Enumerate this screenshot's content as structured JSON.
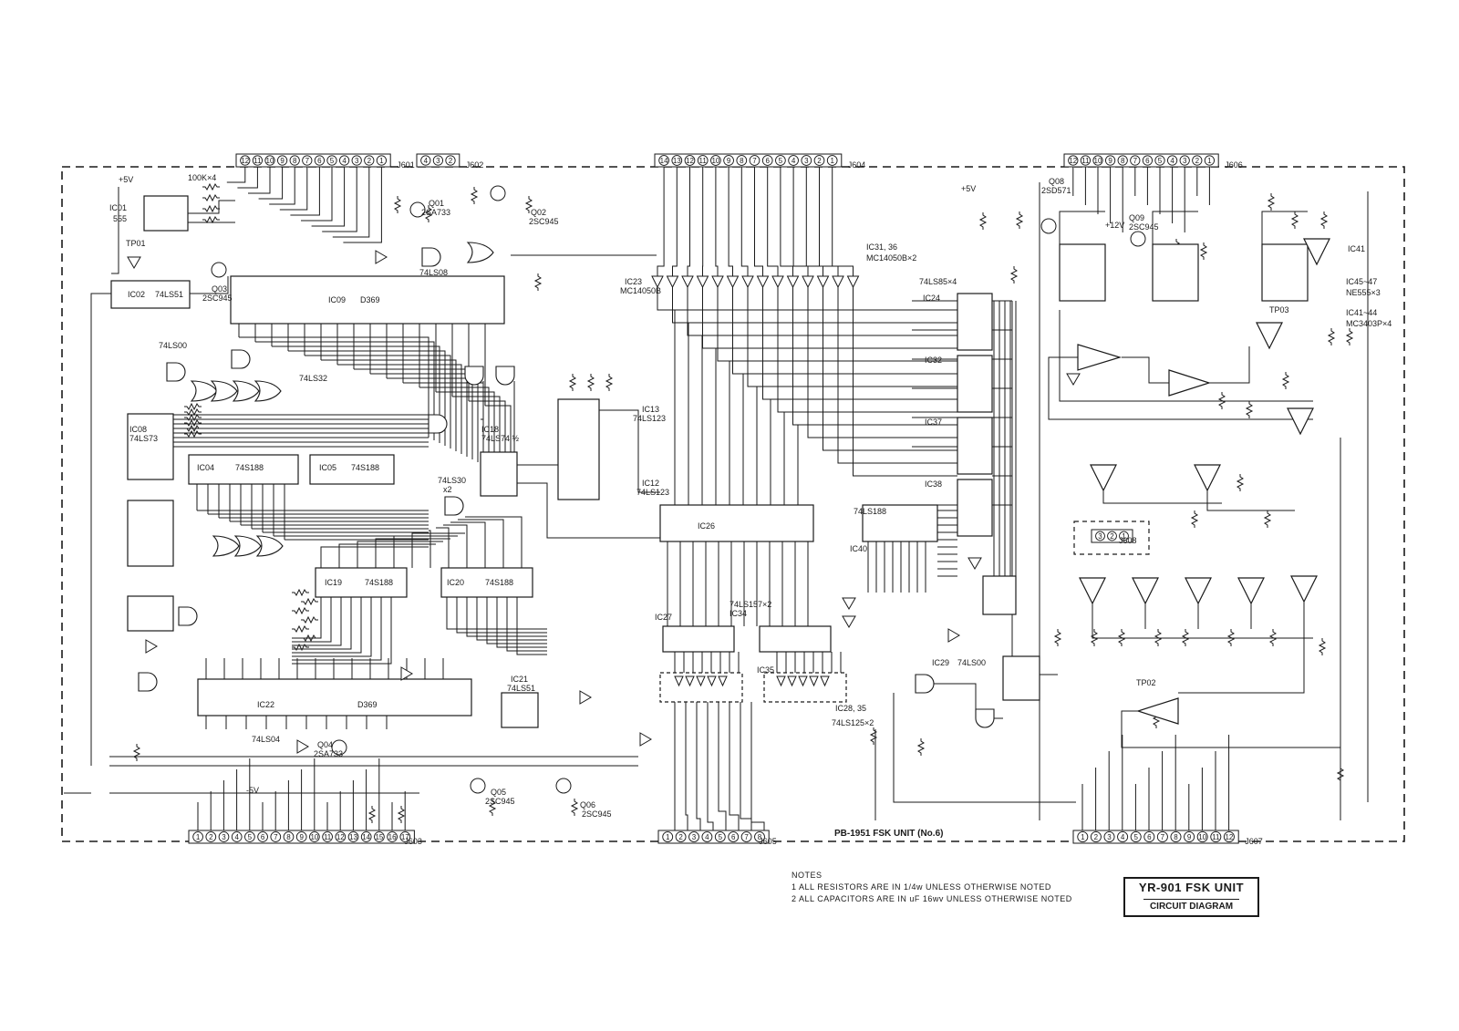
{
  "board": {
    "label": "PB-1951  FSK UNIT (No.6)"
  },
  "title_block": {
    "main": "YR-901 FSK UNIT",
    "sub": "CIRCUIT DIAGRAM"
  },
  "notes": {
    "heading": "NOTES",
    "items": [
      "1 ALL RESISTORS ARE IN 1/4w UNLESS OTHERWISE NOTED",
      "2 ALL CAPACITORS ARE IN uF 16wv UNLESS OTHERWISE NOTED"
    ]
  },
  "side_notes": {
    "ic41": "IC41",
    "ic45_47": "IC45~47",
    "ne555": "NE555×3",
    "ic41_44": "IC41~44",
    "mc3403": "MC3403P×4",
    "ic31_36": "IC31, 36",
    "mc14050": "MC14050B×2",
    "ic13": "IC13",
    "ic13_type": "74LS123",
    "ic12": "IC12",
    "ic12_type": "74LS123",
    "ic34": "74LS157×2",
    "ic34_name": "IC34",
    "ic28_35": "IC28, 35",
    "ic28_type": "74LS125×2"
  },
  "connectors": [
    {
      "name": "J601",
      "pins": [
        "12",
        "11",
        "10",
        "9",
        "8",
        "7",
        "6",
        "5",
        "4",
        "3",
        "2",
        "1"
      ]
    },
    {
      "name": "J602",
      "pins": [
        "4",
        "3",
        "2"
      ]
    },
    {
      "name": "J603",
      "pins": [
        "1",
        "2",
        "3",
        "4",
        "5",
        "6",
        "7",
        "8",
        "9",
        "10",
        "11",
        "12",
        "13",
        "14",
        "15",
        "16",
        "17"
      ]
    },
    {
      "name": "J604",
      "pins": [
        "14",
        "13",
        "12",
        "11",
        "10",
        "9",
        "8",
        "7",
        "6",
        "5",
        "4",
        "3",
        "2",
        "1"
      ]
    },
    {
      "name": "J605",
      "pins": [
        "1",
        "2",
        "3",
        "4",
        "5",
        "6",
        "7",
        "8"
      ]
    },
    {
      "name": "J606",
      "pins": [
        "12",
        "11",
        "10",
        "9",
        "8",
        "7",
        "6",
        "5",
        "4",
        "3",
        "2",
        "1"
      ]
    },
    {
      "name": "J607",
      "pins": [
        "1",
        "2",
        "3",
        "4",
        "5",
        "6",
        "7",
        "8",
        "9",
        "10",
        "11",
        "12"
      ]
    },
    {
      "name": "J608",
      "pins": [
        "3",
        "2",
        "1"
      ]
    }
  ],
  "ics": [
    {
      "ref": "IC01",
      "part": "555"
    },
    {
      "ref": "IC02",
      "part": "74LS51"
    },
    {
      "ref": "IC09",
      "part": "D369"
    },
    {
      "ref": "IC04",
      "part": "74S188"
    },
    {
      "ref": "IC05",
      "part": "74S188"
    },
    {
      "ref": "IC08",
      "part": "74LS73"
    },
    {
      "ref": "IC19",
      "part": "74S188"
    },
    {
      "ref": "IC20",
      "part": "74S188"
    },
    {
      "ref": "IC22",
      "part": "D369"
    },
    {
      "ref": "IC26",
      "part": ""
    },
    {
      "ref": "IC27",
      "part": ""
    },
    {
      "ref": "IC35",
      "part": ""
    },
    {
      "ref": "IC40",
      "part": "74LS188"
    },
    {
      "ref": "IC24",
      "part": "74LS85×4"
    },
    {
      "ref": "IC32",
      "part": ""
    },
    {
      "ref": "IC37",
      "part": ""
    },
    {
      "ref": "IC38",
      "part": ""
    },
    {
      "ref": "IC18",
      "part": "74LS74 ½"
    },
    {
      "ref": "IC21",
      "part": "74LS51"
    },
    {
      "ref": "IC29",
      "part": "74LS00"
    },
    {
      "ref": "IC23",
      "part": "MC14050B"
    },
    {
      "ref": "IC45",
      "part": ""
    },
    {
      "ref": "IC46",
      "part": ""
    },
    {
      "ref": "IC47",
      "part": ""
    }
  ],
  "transistors": [
    {
      "ref": "Q01",
      "part": "2SA733"
    },
    {
      "ref": "Q02",
      "part": "2SC945"
    },
    {
      "ref": "Q03",
      "part": "2SC945"
    },
    {
      "ref": "Q04",
      "part": "2SA733"
    },
    {
      "ref": "Q05",
      "part": "2SC945"
    },
    {
      "ref": "Q06",
      "part": "2SC945"
    },
    {
      "ref": "Q08",
      "part": "2SD571"
    },
    {
      "ref": "Q09",
      "part": "2SC945"
    }
  ],
  "misc_labels": {
    "gate_74ls00": "74LS00",
    "gate_74ls32": "74LS32",
    "gate_74ls08": "74LS08",
    "gate_74ls04": "74LS04",
    "gate_74ls30": "74LS30",
    "x2": "x2",
    "plus5": "+5V",
    "plus12": "+12V",
    "minus5": "-5V",
    "vr_array": "100K×4",
    "tp01": "TP01",
    "tp02": "TP02",
    "tp03": "TP03"
  }
}
